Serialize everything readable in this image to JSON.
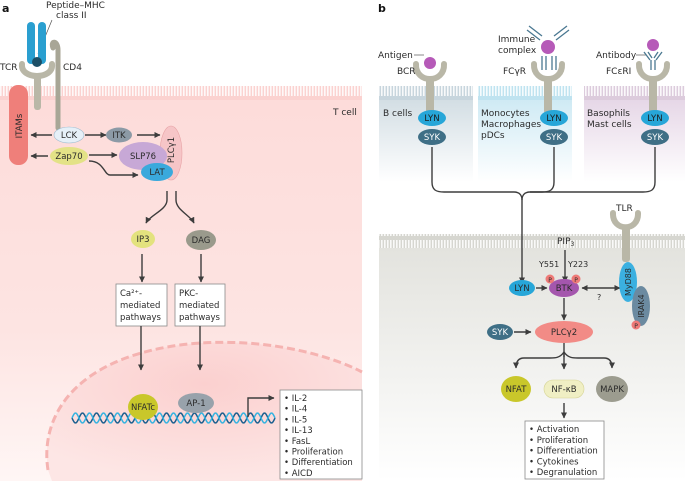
{
  "panel_a": {
    "letter": "a",
    "peptide_mhc": [
      "Peptide–MHC",
      "class II"
    ],
    "tcr": "TCR",
    "cd4": "CD4",
    "t_cell": "T cell",
    "itams": "ITAMs",
    "lck": "LCK",
    "zap70": "Zap70",
    "itk": "ITK",
    "slp76": "SLP76",
    "lat": "LAT",
    "plcg1": "PLCγ1",
    "ip3": "IP3",
    "dag": "DAG",
    "ca_box": [
      "Ca²⁺-",
      "mediated",
      "pathways"
    ],
    "pkc_box": [
      "PKC-",
      "mediated",
      "pathways"
    ],
    "nfatc": "NFATc",
    "ap1": "AP-1",
    "outcomes": [
      "IL-2",
      "IL-4",
      "IL-5",
      "IL-13",
      "FasL",
      "Proliferation",
      "Differentiation",
      "AICD"
    ]
  },
  "panel_b": {
    "letter": "b",
    "antigen": "Antigen",
    "bcr": "BCR",
    "immune_complex": [
      "Immune",
      "complex"
    ],
    "fcgr": "FCγR",
    "antibody": "Antibody",
    "fceri": "FCεRI",
    "b_cells": "B cells",
    "myeloid": [
      "Monocytes",
      "Macrophages",
      "pDCs"
    ],
    "granulocytes": [
      "Basophils",
      "Mast cells"
    ],
    "lyn": "LYN",
    "syk": "SYK",
    "tlr": "TLR",
    "pip3": "PIP",
    "pip3_sub": "3",
    "y551": "Y551",
    "y223": "Y223",
    "btk": "BTK",
    "phospho": "P",
    "question": "?",
    "myd88": "MyD88",
    "irak4": "IRAK4",
    "plcg2": "PLCγ2",
    "nfat": "NFAT",
    "nfkb": "NF-κB",
    "mapk": "MAPK",
    "outcomes": [
      "Activation",
      "Proliferation",
      "Differentiation",
      "Cytokines",
      "Degranulation"
    ]
  },
  "colors": {
    "tcell_bg": "#fde0de",
    "bcell_bg": "#d9e3e8",
    "myeloid_bg": "#d6eef5",
    "granulocyte_bg": "#eadcea",
    "lower_b_bg": "#e6e6e1",
    "receptor_grey": "#b9b7a7",
    "tcr_blue": "#2a9fd0",
    "antigen_purple": "#b65ab8",
    "lyn_blue": "#27a6d8",
    "syk_teal": "#3f6f86",
    "itams_red": "#ef7f7a",
    "lck_fill": "#e6f0f8",
    "zap70_fill": "#e3e287",
    "itk_fill": "#8c9aa6",
    "slp76_fill": "#c7a8d6",
    "lat_fill": "#3aa9dc",
    "plcg1_fill": "#f6c5c7",
    "ip3_fill": "#e3e27e",
    "dag_fill": "#9a9a8c",
    "nfatc_fill": "#c9c72a",
    "ap1_fill": "#98a2ab",
    "btk_fill": "#a456ad",
    "phospho_fill": "#ee7a77",
    "plcg2_fill": "#f28b86",
    "nfat_fill": "#c9c72a",
    "nfkb_fill": "#f0efc4",
    "mapk_fill": "#9c9c8f",
    "myd88_fill": "#3bb0e0",
    "irak4_fill": "#6b8aa0"
  }
}
